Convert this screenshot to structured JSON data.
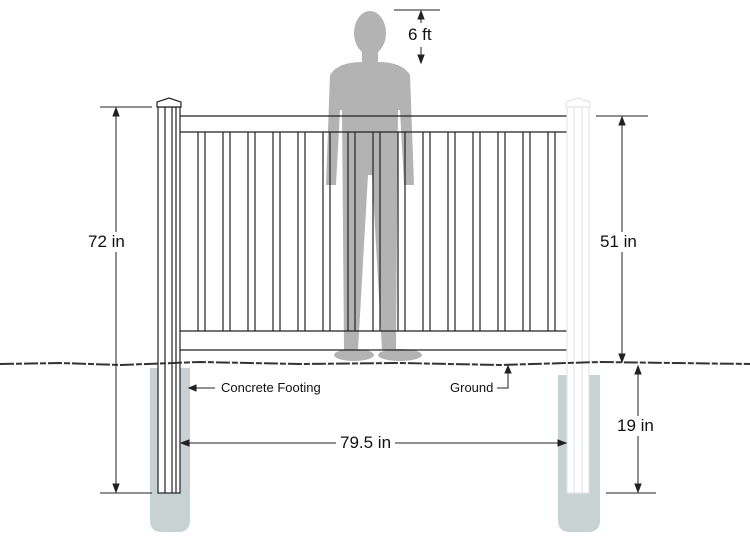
{
  "labels": {
    "person_height": "6 ft",
    "post_height": "72 in",
    "panel_height": "51 in",
    "post_depth": "19 in",
    "post_spacing": "79.5 in",
    "footing": "Concrete Footing",
    "ground": "Ground"
  },
  "colors": {
    "person": "#b3b3b3",
    "concrete": "#c9d2d2",
    "line": "#222222"
  }
}
